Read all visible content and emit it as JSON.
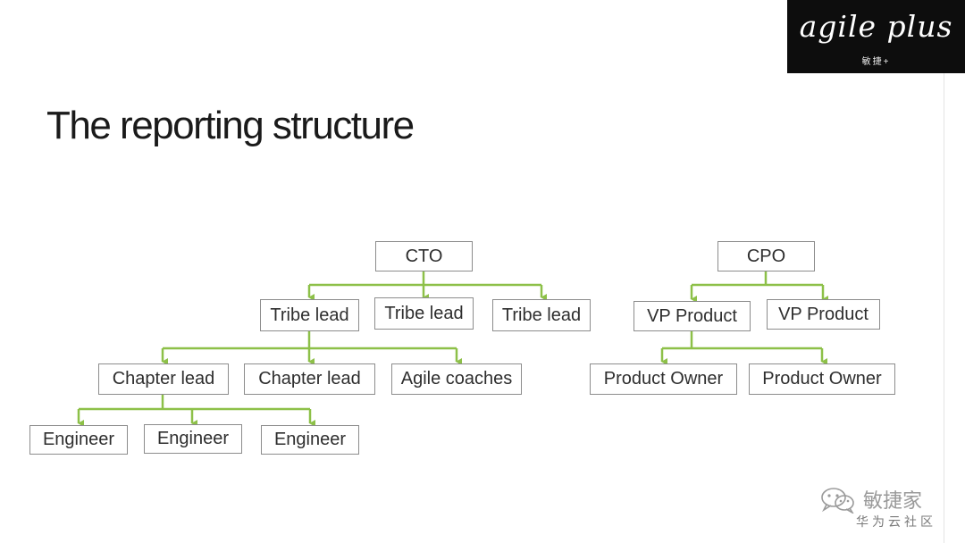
{
  "logo": {
    "main": "agile plus",
    "sub": "敏捷+"
  },
  "title": "The reporting structure",
  "colors": {
    "connector": "#8dc048",
    "box_border": "#8c8c8c"
  },
  "org_chart": {
    "cto": "CTO",
    "tribe_leads": [
      "Tribe lead",
      "Tribe lead",
      "Tribe lead"
    ],
    "chapter_row": [
      "Chapter lead",
      "Chapter lead",
      "Agile coaches"
    ],
    "engineers": [
      "Engineer",
      "Engineer",
      "Engineer"
    ],
    "cpo": "CPO",
    "vp_products": [
      "VP Product",
      "VP Product"
    ],
    "product_owners": [
      "Product Owner",
      "Product Owner"
    ]
  },
  "watermark": {
    "main": "敏捷家",
    "sub": "华为云社区",
    "icon": "wechat-icon"
  }
}
